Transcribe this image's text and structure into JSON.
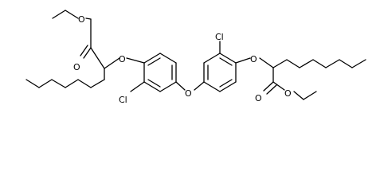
{
  "molecule": {
    "atom_labels": {
      "ester1_ether_O": "O",
      "ester1_carbonyl_O": "O",
      "ether_O_left": "O",
      "cl_left": "Cl",
      "bridge_O": "O",
      "cl_right": "Cl",
      "ether_O_right": "O",
      "ester2_carbonyl_O": "O",
      "ester2_ether_O": "O"
    }
  }
}
